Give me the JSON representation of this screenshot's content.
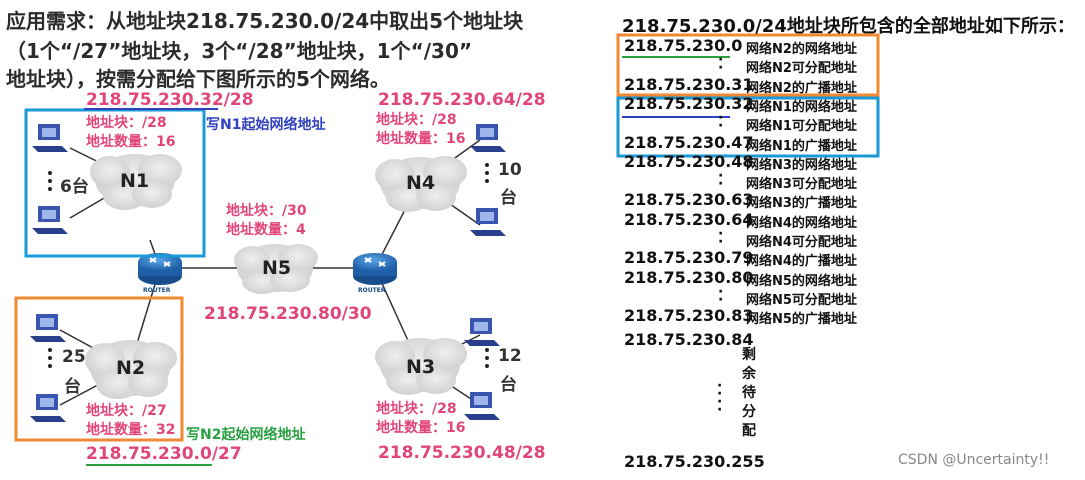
{
  "requirement": {
    "line1": "应用需求：从地址块218.75.230.0/24中取出5个地址块",
    "line2": "（1个“/27”地址块，3个“/28”地址块，1个“/30”",
    "line3": "地址块），按需分配给下图所示的5个网络。"
  },
  "diagram": {
    "n1": {
      "name": "N1",
      "address": "218.75.230.32/28",
      "block": "地址块：/28",
      "count": "地址数量：16",
      "hosts": "6台",
      "hint": "写N1起始网络地址"
    },
    "n2": {
      "name": "N2",
      "address": "218.75.230.0/27",
      "block": "地址块：/27",
      "count": "地址数量：32",
      "hosts1": "25",
      "hosts2": "台",
      "hint": "写N2起始网络地址"
    },
    "n3": {
      "name": "N3",
      "address": "218.75.230.48/28",
      "block": "地址块：/28",
      "count": "地址数量：16",
      "hosts1": "12",
      "hosts2": "台"
    },
    "n4": {
      "name": "N4",
      "address": "218.75.230.64/28",
      "block": "地址块：/28",
      "count": "地址数量：16",
      "hosts1": "10",
      "hosts2": "台"
    },
    "n5": {
      "name": "N5",
      "address": "218.75.230.80/30",
      "block": "地址块：/30",
      "count": "地址数量：4"
    },
    "router_label": "ROUTER",
    "colors": {
      "n1_box": "#1a9ad6",
      "n2_box": "#f08a30",
      "address_text": "#e1457a",
      "n1_hint": "#3040c0",
      "n2_hint": "#28a040"
    }
  },
  "address_list": {
    "title": "218.75.230.0/24地址块所包含的全部地址如下所示：",
    "rows": [
      {
        "addr": "218.75.230.0",
        "desc": "网络N2的网络地址"
      },
      {
        "addr": "",
        "desc": "网络N2可分配地址"
      },
      {
        "addr": "218.75.230.31",
        "desc": "网络N2的广播地址"
      },
      {
        "addr": "218.75.230.32",
        "desc": "网络N1的网络地址"
      },
      {
        "addr": "",
        "desc": "网络N1可分配地址"
      },
      {
        "addr": "218.75.230.47",
        "desc": "网络N1的广播地址"
      },
      {
        "addr": "218.75.230.48",
        "desc": "网络N3的网络地址"
      },
      {
        "addr": "",
        "desc": "网络N3可分配地址"
      },
      {
        "addr": "218.75.230.63",
        "desc": "网络N3的广播地址"
      },
      {
        "addr": "218.75.230.64",
        "desc": "网络N4的网络地址"
      },
      {
        "addr": "",
        "desc": "网络N4可分配地址"
      },
      {
        "addr": "218.75.230.79",
        "desc": "网络N4的广播地址"
      },
      {
        "addr": "218.75.230.80",
        "desc": "网络N5的网络地址"
      },
      {
        "addr": "",
        "desc": "网络N5可分配地址"
      },
      {
        "addr": "218.75.230.83",
        "desc": "网络N5的广播地址"
      }
    ],
    "tail_addr": "218.75.230.84",
    "remaining": [
      "剩",
      "余",
      "待",
      "分",
      "配"
    ],
    "last_addr": "218.75.230.255"
  },
  "watermark": "CSDN @Uncertainty!!"
}
